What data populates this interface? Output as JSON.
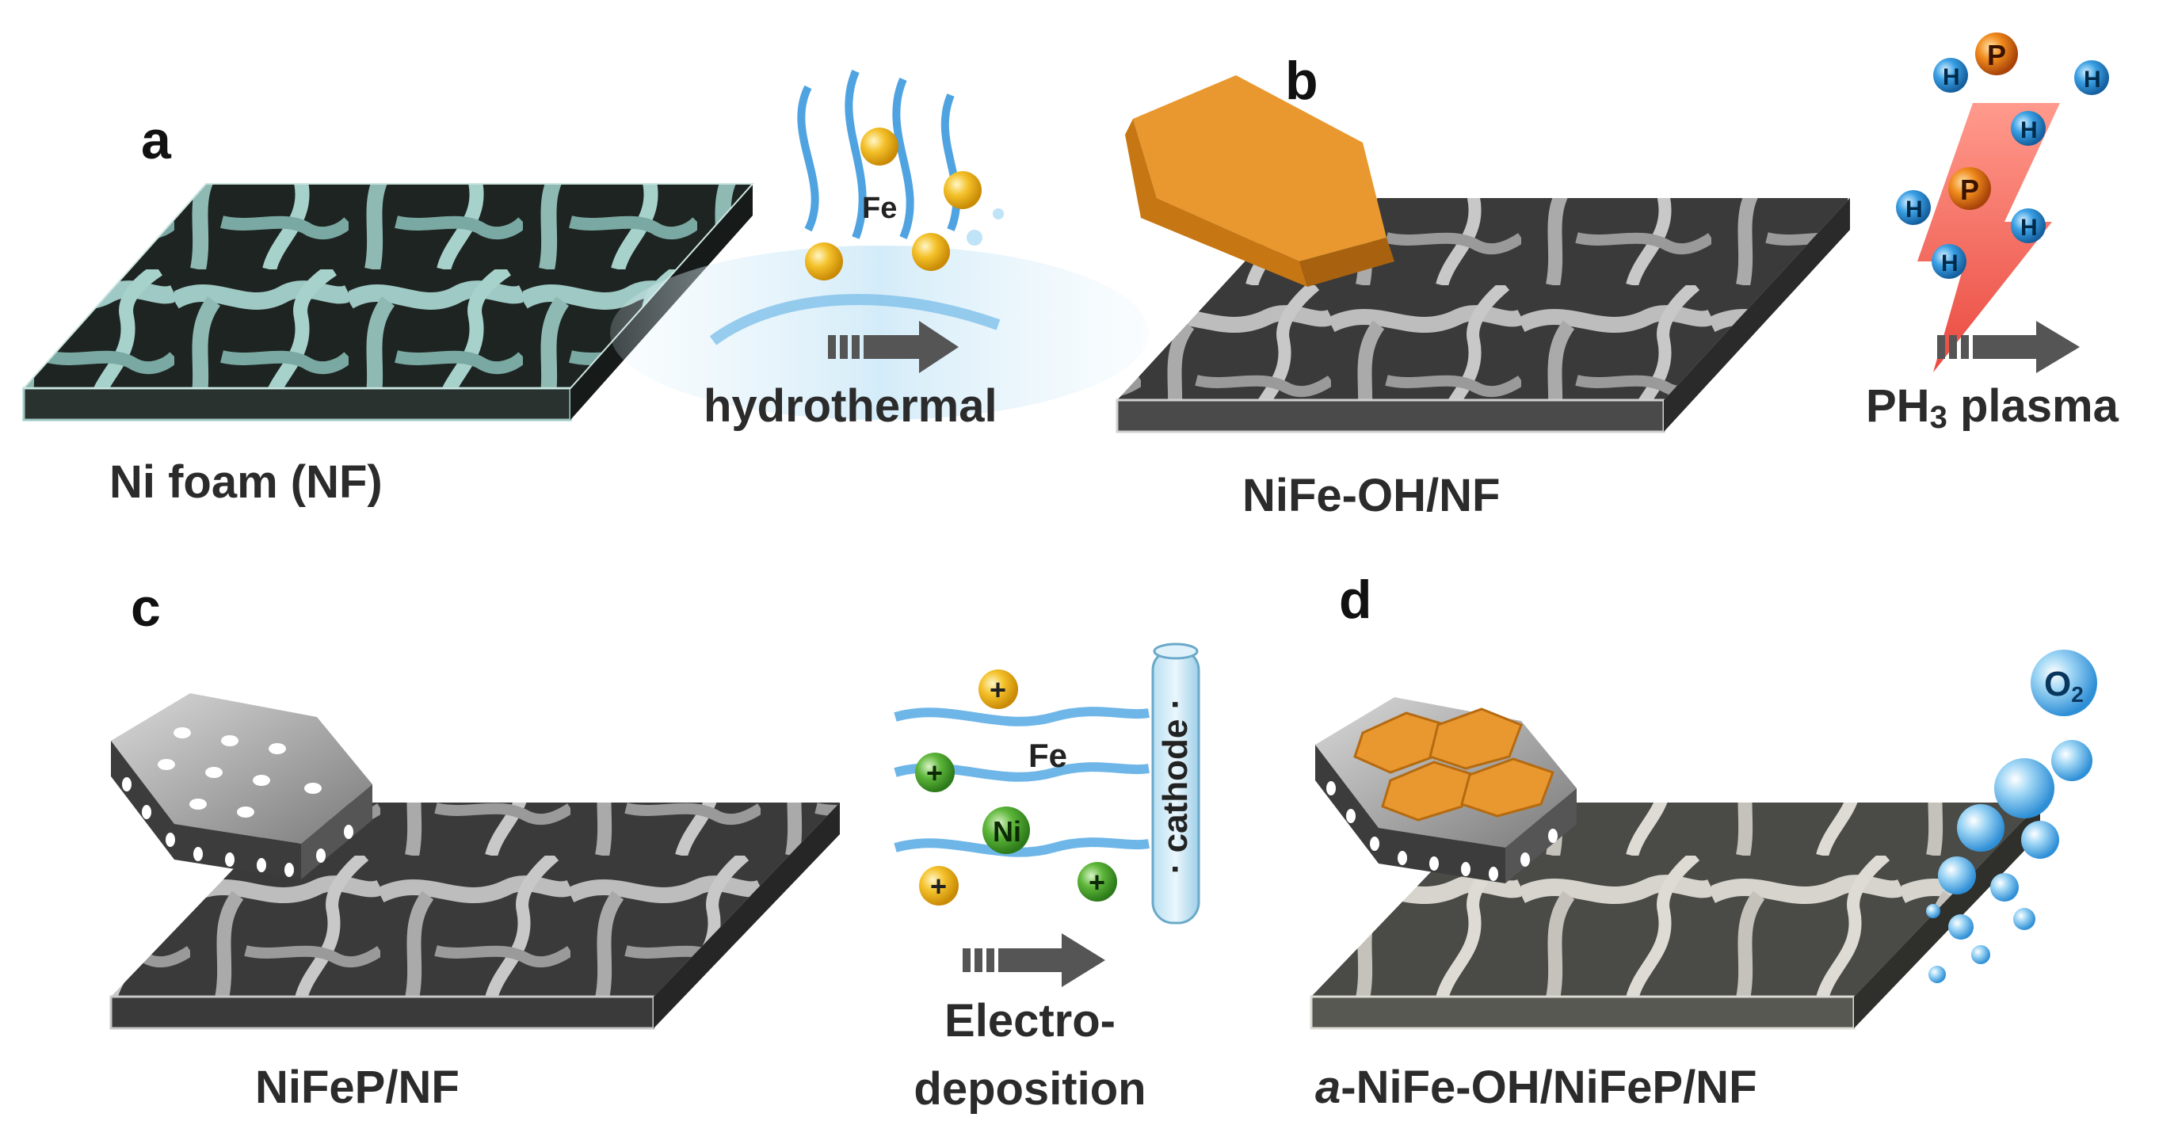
{
  "panels": {
    "a": "a",
    "b": "b",
    "c": "c",
    "d": "d"
  },
  "labels": {
    "ni_foam": "Ni foam (NF)",
    "nife_oh": "NiFe-OH/NF",
    "nifep": "NiFeP/NF",
    "final_prefix": "a",
    "final_rest": "-NiFe-OH/NiFeP/NF"
  },
  "steps": {
    "hydrothermal": "hydrothermal",
    "plasma_main": "PH",
    "plasma_sub": "3",
    "plasma_rest": " plasma",
    "electro_line1": "Electro-",
    "electro_line2": "deposition",
    "cathode": "· cathode ·"
  },
  "species": {
    "fe": "Fe",
    "ni": "Ni",
    "p": "P",
    "h": "H",
    "plus": "+",
    "o2_main": "O",
    "o2_sub": "2"
  },
  "colors": {
    "orange": "#e8982e",
    "gold_ion": "#f2b61c",
    "green_ion": "#3f9a2c",
    "blue_h": "#2f8fd6",
    "wave_blue": "#4fa3e0",
    "lightning_red": "#ef4a3c",
    "arrow_gray": "#555555"
  }
}
